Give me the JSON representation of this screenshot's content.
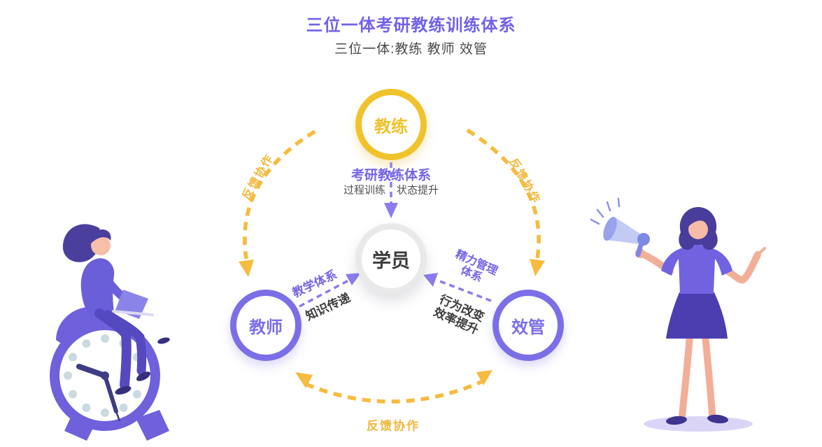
{
  "header": {
    "title": "三位一体考研教练训练体系",
    "subtitle": "三位一体:教练 教师 效管"
  },
  "diagram": {
    "nodes": {
      "coach": {
        "label": "教练"
      },
      "student": {
        "label": "学员"
      },
      "teacher": {
        "label": "教师"
      },
      "manager": {
        "label": "效管"
      }
    },
    "edges": {
      "coach_to_student": {
        "title": "考研教练体系",
        "desc1": "过程训练",
        "desc2": "状态提升"
      },
      "teacher_to_student": {
        "title": "教学体系",
        "desc": "知识传递"
      },
      "manager_to_student": {
        "title1": "精力管理",
        "title2": "体系",
        "desc1": "行为改变",
        "desc2": "效率提升"
      }
    },
    "arcs": {
      "left": {
        "label": "反馈协作"
      },
      "right": {
        "label": "反馈协作"
      },
      "bottom": {
        "label": "反馈协作"
      }
    }
  },
  "illustrations": {
    "left": {
      "name": "woman-on-alarm-clock-with-laptop"
    },
    "right": {
      "name": "woman-with-megaphone"
    }
  },
  "colors": {
    "title_purple": "#7163e8",
    "ring_purple": "#7b6fe8",
    "ring_gold": "#f0c32c",
    "arc_yellow": "#f6bb3f",
    "arrow_purple": "#8b7cf0",
    "dark_text": "#3c3c3c",
    "ring_gray": "#e9e9e9"
  }
}
